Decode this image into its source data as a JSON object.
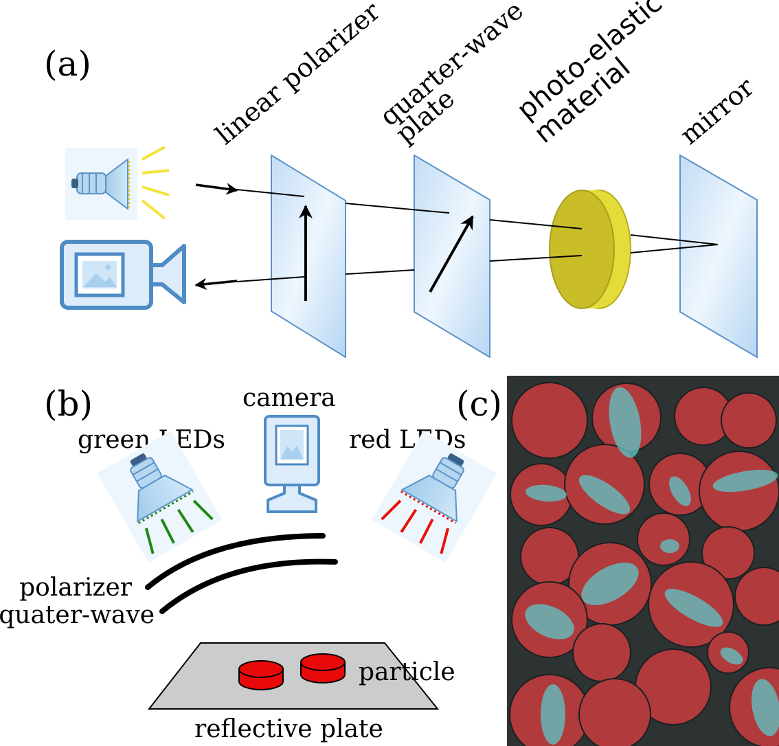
{
  "panel_a": {
    "panel_label": "(a)",
    "labels": {
      "linear_polarizer": "linear polarizer",
      "quarter_wave_line1": "quarter-wave",
      "quarter_wave_line2": "plate",
      "photo_elastic_line1": "photo-elastic",
      "photo_elastic_line2": "material",
      "mirror": "mirror"
    },
    "colors": {
      "plate_fill": "#d6e9fb",
      "plate_stroke": "#5a93c8",
      "disc_fill": "#c9bd2a",
      "disc_side": "#e4dc38",
      "light_rays": "#f2e43a",
      "camera_body": "#dcecfb",
      "camera_stroke": "#4f8bc4"
    },
    "icons": [
      "lamp-icon",
      "video-camera-icon"
    ]
  },
  "panel_b": {
    "panel_label": "(b)",
    "labels": {
      "green_leds": "green LEDs",
      "camera": "camera",
      "red_leds": "red LEDs",
      "polarizer": "polarizer",
      "quarter_wave": "quater-wave",
      "particle": "particle",
      "reflective_plate": "reflective plate"
    },
    "colors": {
      "green_rays": "#1e8a12",
      "red_rays": "#e8120a",
      "particle": "#e80a0a",
      "plate": "#cccccc"
    },
    "icons": [
      "green-led-lamp-icon",
      "camera-icon",
      "red-led-lamp-icon"
    ]
  },
  "panel_c": {
    "panel_label": "(c)",
    "colors": {
      "background": "#2d3232",
      "particle_red": "#b03a3c",
      "fringe_cyan": "#5ec8c8"
    }
  }
}
